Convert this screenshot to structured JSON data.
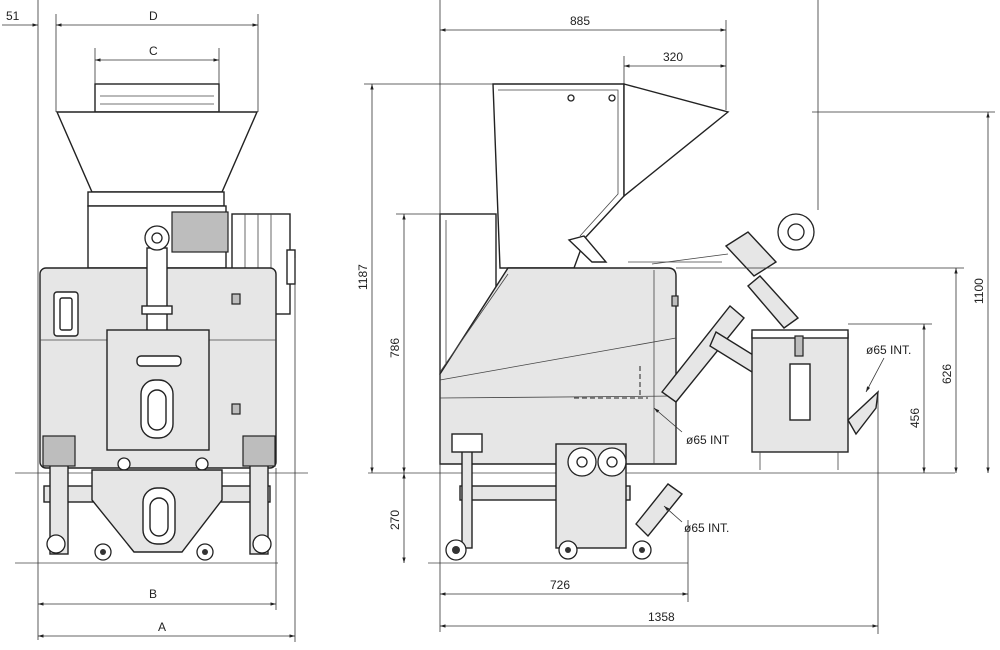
{
  "drawing": {
    "front_view": {
      "dim_51": "51",
      "dim_D": "D",
      "dim_C": "C",
      "dim_B": "B",
      "dim_A": "A"
    },
    "side_view": {
      "dim_885": "885",
      "dim_320": "320",
      "dim_1187": "1187",
      "dim_786": "786",
      "dim_270": "270",
      "dim_726": "726",
      "dim_1358": "1358",
      "dim_1100": "1100",
      "dim_626": "626",
      "dim_456": "456",
      "note_outlet_bin": "ø65 INT.",
      "note_outlet_mid": "ø65 INT",
      "note_outlet_low": "ø65 INT."
    }
  }
}
